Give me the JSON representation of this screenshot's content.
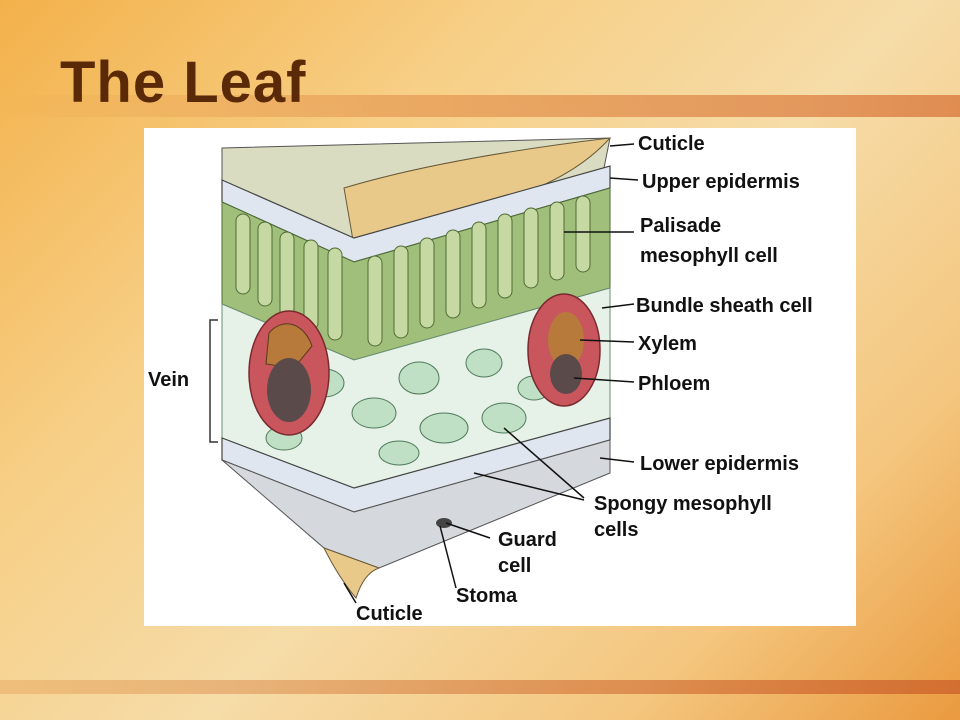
{
  "slide": {
    "title": "The Leaf"
  },
  "diagram": {
    "labels": {
      "cuticle_top": "Cuticle",
      "upper_epidermis": "Upper epidermis",
      "palisade_line1": "Palisade",
      "palisade_line2": "mesophyll cell",
      "bundle_sheath": "Bundle sheath cell",
      "xylem": "Xylem",
      "phloem": "Phloem",
      "vein": "Vein",
      "lower_epidermis": "Lower epidermis",
      "spongy_line1": "Spongy mesophyll",
      "spongy_line2": "cells",
      "guard_line1": "Guard",
      "guard_line2": "cell",
      "stoma": "Stoma",
      "cuticle_bottom": "Cuticle"
    },
    "colors": {
      "palisade": "#9fbf7a",
      "palisade_dark": "#6f9a4e",
      "spongy": "#bfe0c4",
      "epidermis": "#dfe6ef",
      "cuticle": "#e8c98a",
      "bundle_sheath": "#c9565c",
      "xylem": "#b77a3a",
      "phloem": "#5a4a4a"
    }
  }
}
